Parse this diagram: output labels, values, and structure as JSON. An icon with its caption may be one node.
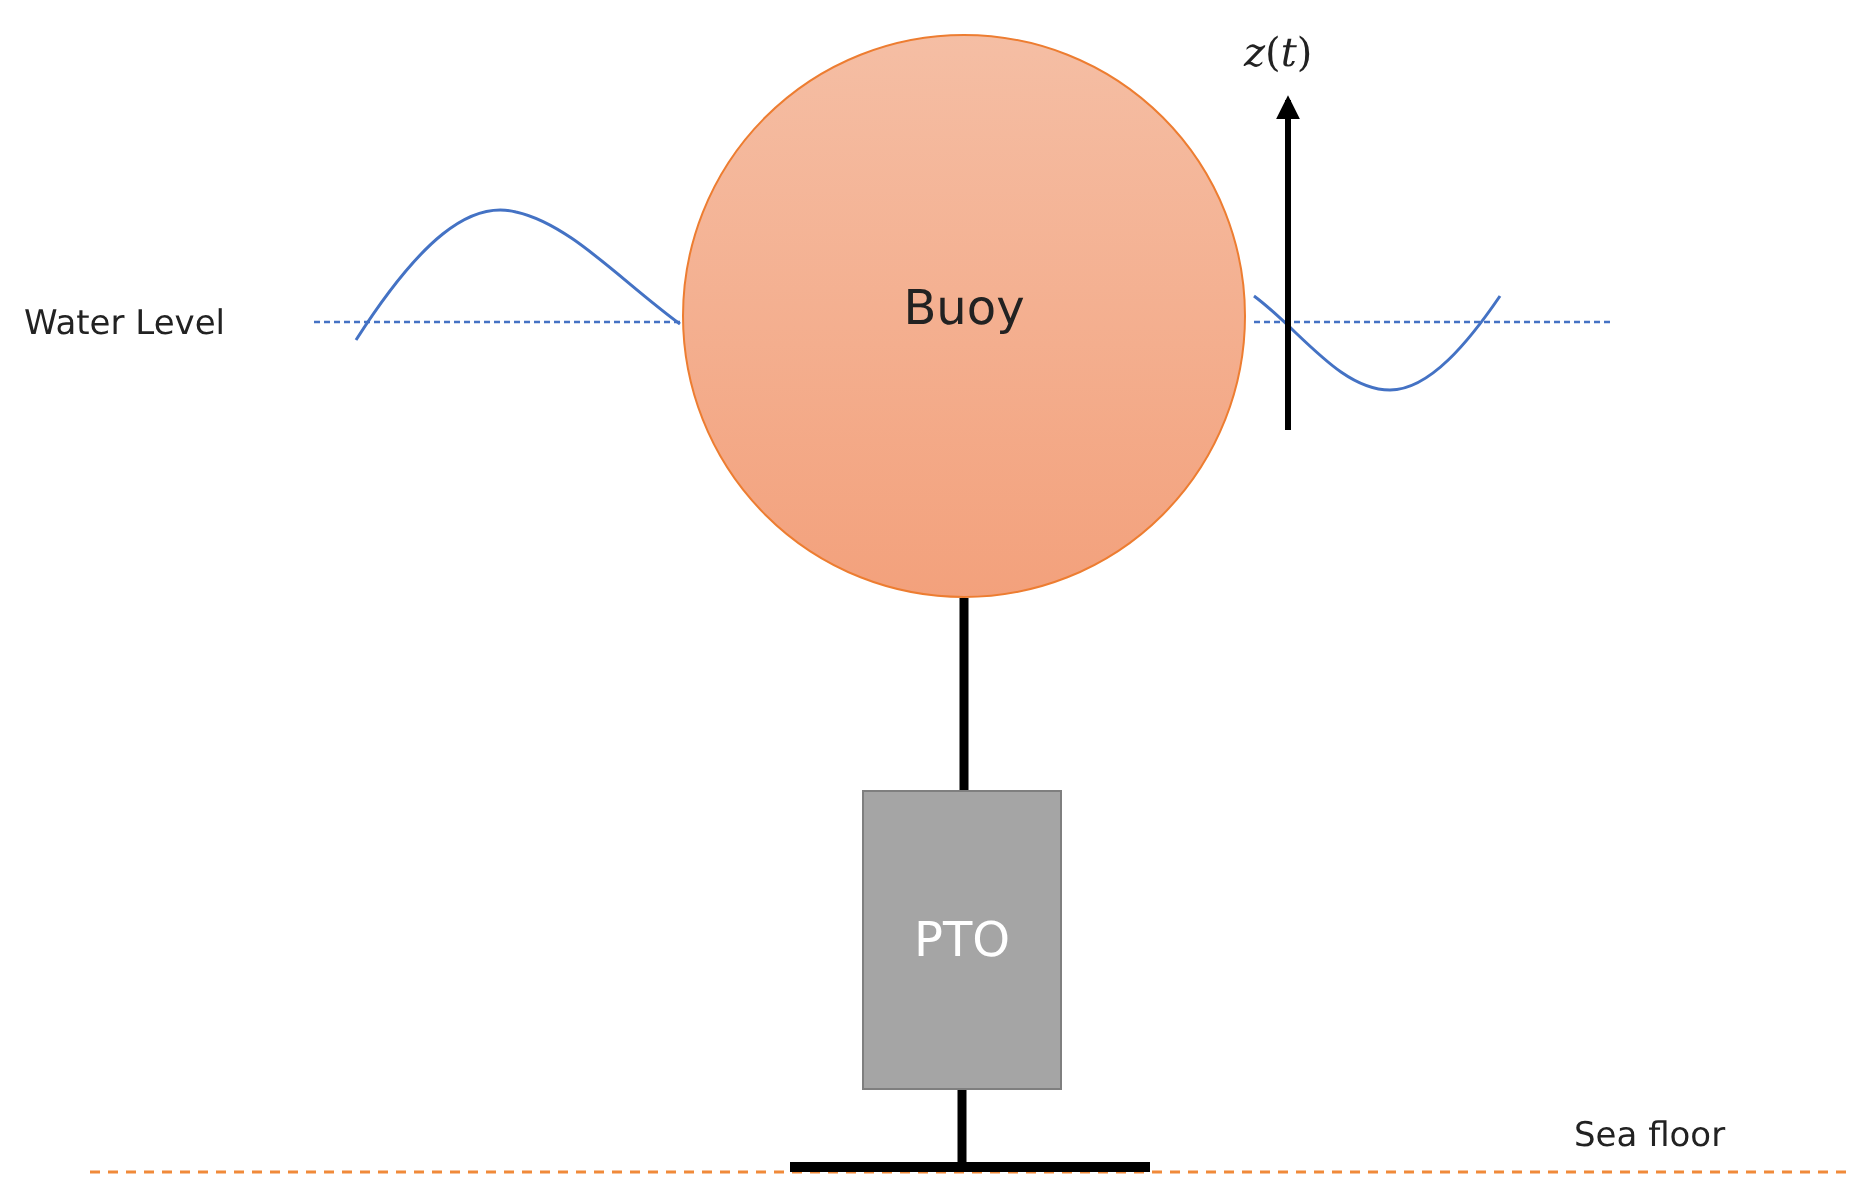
{
  "diagram": {
    "nodes": [
      {
        "text": [
          "Buoy"
        ]
      },
      {
        "text": [
          "PTO"
        ]
      },
      {
        "text": [],
        "shape": "bar"
      }
    ],
    "edges": [
      {
        "from": 0,
        "to": 1,
        "arrow": "none"
      },
      {
        "from": 1,
        "to": 2,
        "arrow": "none"
      }
    ],
    "labels": [
      "Water Level",
      "*z*(*t*)",
      "Sea floor"
    ]
  }
}
